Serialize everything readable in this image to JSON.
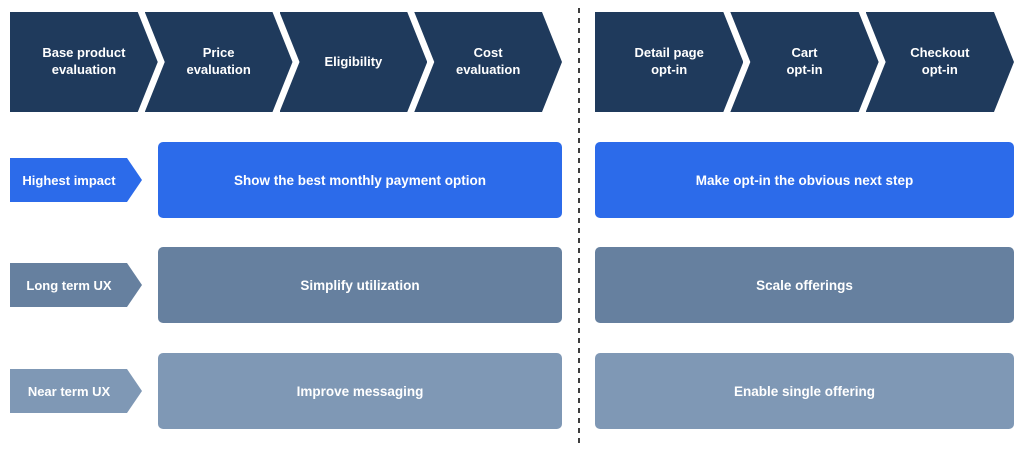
{
  "colors": {
    "navy": "#1f3a5c",
    "blue": "#2c6bea",
    "slate": "#66809f",
    "light_slate": "#7f98b5"
  },
  "evaluation_funnel": {
    "stages": [
      {
        "label": "Base product\nevaluation"
      },
      {
        "label": "Price\nevaluation"
      },
      {
        "label": "Eligibility"
      },
      {
        "label": "Cost\nevaluation"
      }
    ]
  },
  "optin_funnel": {
    "stages": [
      {
        "label": "Detail page\nopt-in"
      },
      {
        "label": "Cart\nopt-in"
      },
      {
        "label": "Checkout\nopt-in"
      }
    ]
  },
  "rows": [
    {
      "label": "Highest impact",
      "left_action": "Show the best monthly payment option",
      "right_action": "Make opt-in the obvious next step"
    },
    {
      "label": "Long term UX",
      "left_action": "Simplify utilization",
      "right_action": "Scale offerings"
    },
    {
      "label": "Near term UX",
      "left_action": "Improve messaging",
      "right_action": "Enable single offering"
    }
  ]
}
